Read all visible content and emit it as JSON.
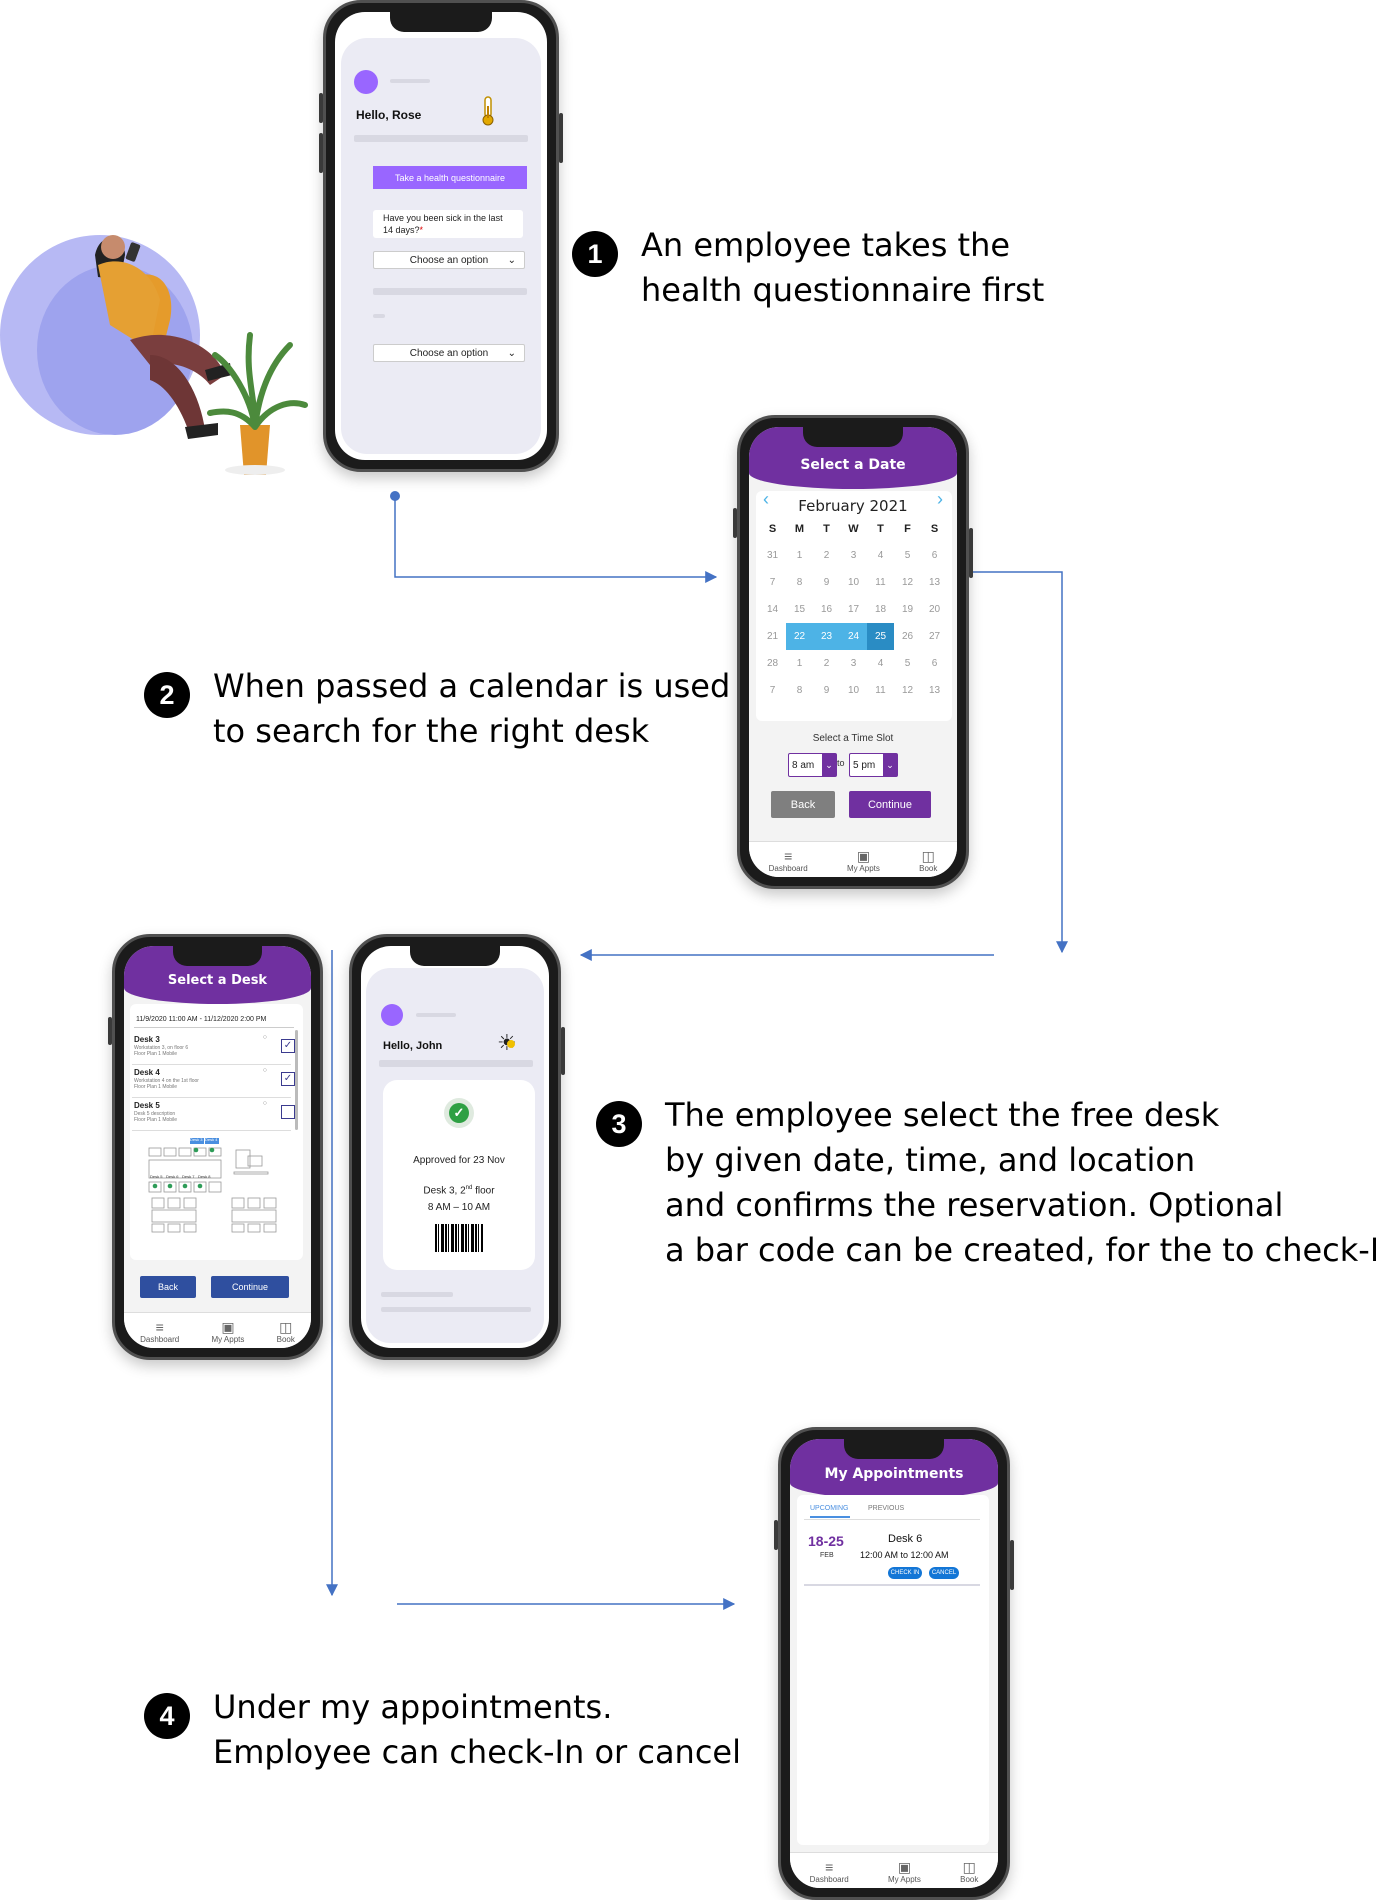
{
  "steps": [
    {
      "number": "1",
      "lines": [
        "An employee takes the",
        "health questionnaire first"
      ]
    },
    {
      "number": "2",
      "lines": [
        "When passed a calendar is used",
        "to search for the right desk"
      ]
    },
    {
      "number": "3",
      "lines": [
        "The employee select the free desk",
        "by given date, time, and location",
        "and confirms the reservation. Optional",
        "a bar code can be created, for the to check-In"
      ]
    },
    {
      "number": "4",
      "lines": [
        "Under my appointments.",
        "Employee can check-In or cancel"
      ]
    }
  ],
  "phone1": {
    "greeting": "Hello, Rose",
    "button": "Take a health questionnaire",
    "question": "Have you been sick in the last 14 days?",
    "required_mark": "*",
    "option1": "Choose an option",
    "option2": "Choose an option",
    "thermometer_icon": "thermometer-icon"
  },
  "phone2": {
    "header": "Select a Date",
    "month": "February 2021",
    "weekdays": [
      "S",
      "M",
      "T",
      "W",
      "T",
      "F",
      "S"
    ],
    "days": [
      "31",
      "1",
      "2",
      "3",
      "4",
      "5",
      "6",
      "7",
      "8",
      "9",
      "10",
      "11",
      "12",
      "13",
      "14",
      "15",
      "16",
      "17",
      "18",
      "19",
      "20",
      "21",
      "22",
      "23",
      "24",
      "25",
      "26",
      "27",
      "28",
      "1",
      "2",
      "3",
      "4",
      "5",
      "6",
      "7",
      "8",
      "9",
      "10",
      "11",
      "12",
      "13"
    ],
    "selected_days": [
      "22",
      "23",
      "24",
      "25"
    ],
    "time_label": "Select a Time Slot",
    "from": "8 am",
    "to_label": "to",
    "to": "5 pm",
    "back": "Back",
    "continue": "Continue"
  },
  "nav": {
    "dashboard": "Dashboard",
    "appts": "My Appts",
    "book": "Book"
  },
  "phone3": {
    "header": "Select a Desk",
    "range": "11/9/2020 11:00 AM - 11/12/2020 2:00 PM",
    "desks": [
      {
        "name": "Desk 3",
        "desc": "Workstation 3, on floor 6",
        "plan": "Floor Plan 1 Mobile",
        "checked": "✓"
      },
      {
        "name": "Desk 4",
        "desc": "Workstation 4 on the 1st floor",
        "plan": "Floor Plan 1 Mobile",
        "checked": "✓"
      },
      {
        "name": "Desk 5",
        "desc": "Desk 5 description",
        "plan": "Floor Plan 1 Mobile",
        "checked": ""
      }
    ],
    "map_labels": [
      "Desk 5",
      "Desk 6",
      "Desk 7",
      "Desk 8"
    ],
    "map_highlight": [
      "Desk 3",
      "Desk 4"
    ],
    "back": "Back",
    "continue": "Continue"
  },
  "phone4": {
    "greeting": "Hello, John",
    "approved": "Approved for 23 Nov",
    "desk_prefix": "Desk 3, 2",
    "desk_sup": "nd",
    "desk_suffix": " floor",
    "time": "8 AM – 10 AM",
    "sun_icon": "sun-icon"
  },
  "phone5": {
    "header": "My Appointments",
    "tab_upcoming": "UPCOMING",
    "tab_previous": "PREVIOUS",
    "date_range": "18-25",
    "month": "FEB",
    "desk": "Desk 6",
    "time": "12:00 AM to 12:00 AM",
    "checkin": "CHECK IN",
    "cancel": "CANCEL"
  },
  "colors": {
    "purple": "#7030a0",
    "accent_blue": "#4472c4",
    "calendar_select": "#4db3e6",
    "button_purple_light": "#9966ff"
  }
}
